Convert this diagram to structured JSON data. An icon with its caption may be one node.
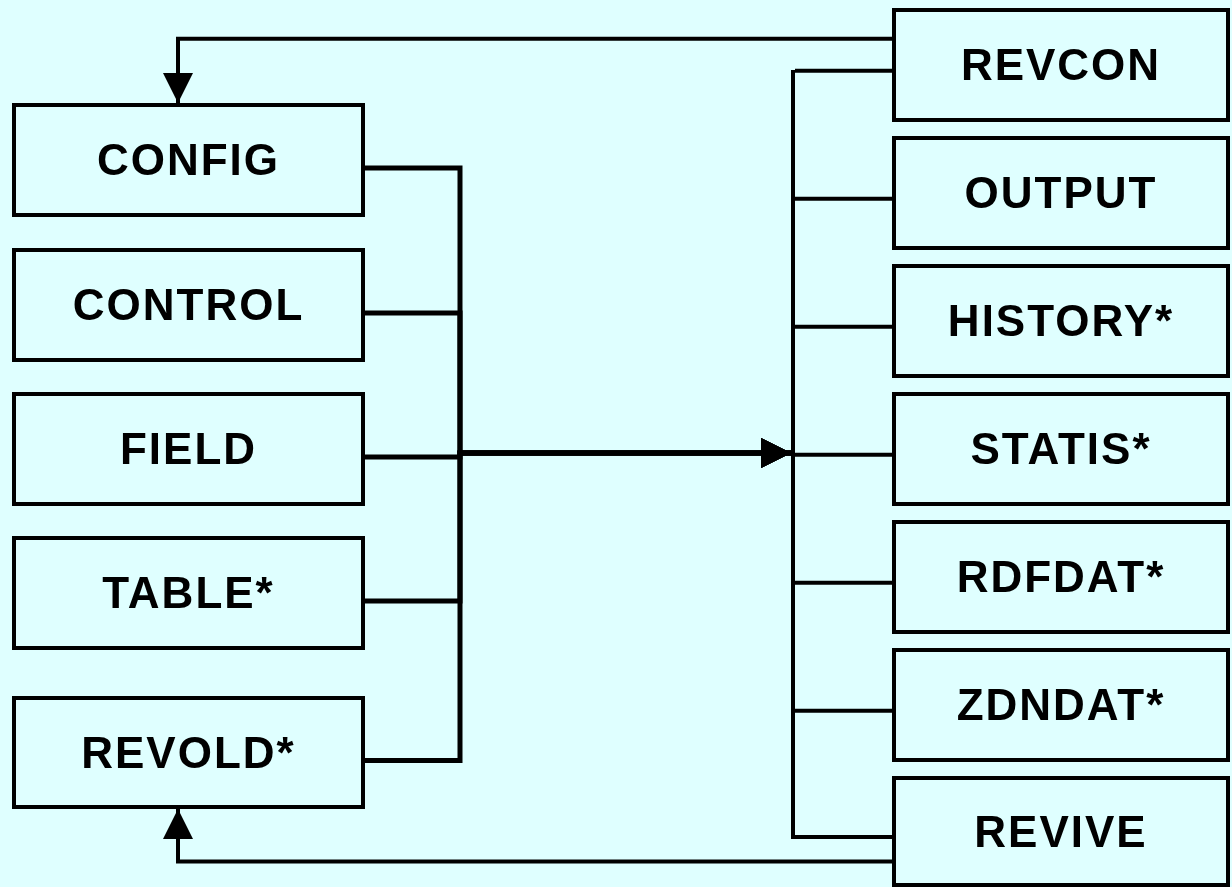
{
  "diagram": {
    "nodes": [
      {
        "text": [
          "CONFIG"
        ]
      },
      {
        "text": [
          "CONTROL"
        ]
      },
      {
        "text": [
          "FIELD"
        ]
      },
      {
        "text": [
          "TABLE*"
        ]
      },
      {
        "text": [
          "REVOLD*"
        ]
      },
      {
        "text": [],
        "shape": "bar"
      },
      {
        "text": [
          "REVCON"
        ]
      },
      {
        "text": [
          "OUTPUT"
        ]
      },
      {
        "text": [
          "HISTORY*"
        ]
      },
      {
        "text": [
          "STATIS*"
        ]
      },
      {
        "text": [
          "RDFDAT*"
        ]
      },
      {
        "text": [
          "ZDNDAT*"
        ]
      },
      {
        "text": [
          "REVIVE"
        ]
      }
    ],
    "edges": [
      {
        "from": 0,
        "to": 5,
        "arrow": "to"
      },
      {
        "from": 1,
        "to": 5,
        "arrow": "to"
      },
      {
        "from": 2,
        "to": 5,
        "arrow": "to"
      },
      {
        "from": 3,
        "to": 5,
        "arrow": "to"
      },
      {
        "from": 4,
        "to": 5,
        "arrow": "to"
      },
      {
        "from": 5,
        "to": 6,
        "arrow": "none"
      },
      {
        "from": 5,
        "to": 7,
        "arrow": "none"
      },
      {
        "from": 5,
        "to": 8,
        "arrow": "none"
      },
      {
        "from": 5,
        "to": 9,
        "arrow": "none"
      },
      {
        "from": 5,
        "to": 10,
        "arrow": "none"
      },
      {
        "from": 5,
        "to": 11,
        "arrow": "none"
      },
      {
        "from": 5,
        "to": 12,
        "arrow": "none"
      },
      {
        "from": 6,
        "to": 0,
        "arrow": "to"
      },
      {
        "from": 12,
        "to": 4,
        "arrow": "to"
      }
    ]
  }
}
